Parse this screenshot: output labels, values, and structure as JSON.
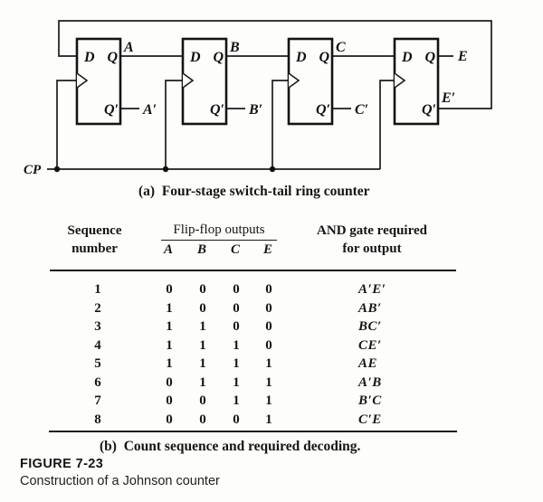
{
  "circuit": {
    "caption": "(a)  Four-stage switch-tail ring counter",
    "cp_label": "CP",
    "flipflops": [
      {
        "d_label": "D",
        "q_label": "Q",
        "qprime_label": "Q′",
        "output_label": "A",
        "output_complement_label": "A′"
      },
      {
        "d_label": "D",
        "q_label": "Q",
        "qprime_label": "Q′",
        "output_label": "B",
        "output_complement_label": "B′"
      },
      {
        "d_label": "D",
        "q_label": "Q",
        "qprime_label": "Q′",
        "output_label": "C",
        "output_complement_label": "C′"
      },
      {
        "d_label": "D",
        "q_label": "Q",
        "qprime_label": "Q′",
        "output_label": "E",
        "output_complement_label": "E′"
      }
    ]
  },
  "table": {
    "header": {
      "sequence_line1": "Sequence",
      "sequence_line2": "number",
      "outputs_group": "Flip-flop outputs",
      "col_a": "A",
      "col_b": "B",
      "col_c": "C",
      "col_e": "E",
      "gate_line1": "AND gate required",
      "gate_line2": "for output"
    },
    "rows": [
      {
        "seq": "1",
        "A": "0",
        "B": "0",
        "C": "0",
        "E": "0",
        "gate": "A′E′"
      },
      {
        "seq": "2",
        "A": "1",
        "B": "0",
        "C": "0",
        "E": "0",
        "gate": "AB′"
      },
      {
        "seq": "3",
        "A": "1",
        "B": "1",
        "C": "0",
        "E": "0",
        "gate": "BC′"
      },
      {
        "seq": "4",
        "A": "1",
        "B": "1",
        "C": "1",
        "E": "0",
        "gate": "CE′"
      },
      {
        "seq": "5",
        "A": "1",
        "B": "1",
        "C": "1",
        "E": "1",
        "gate": "AE"
      },
      {
        "seq": "6",
        "A": "0",
        "B": "1",
        "C": "1",
        "E": "1",
        "gate": "A′B"
      },
      {
        "seq": "7",
        "A": "0",
        "B": "0",
        "C": "1",
        "E": "1",
        "gate": "B′C"
      },
      {
        "seq": "8",
        "A": "0",
        "B": "0",
        "C": "0",
        "E": "1",
        "gate": "C′E"
      }
    ],
    "caption": "(b)  Count sequence and required decoding."
  },
  "figure": {
    "number": "FIGURE 7-23",
    "caption": "Construction of a Johnson counter"
  }
}
